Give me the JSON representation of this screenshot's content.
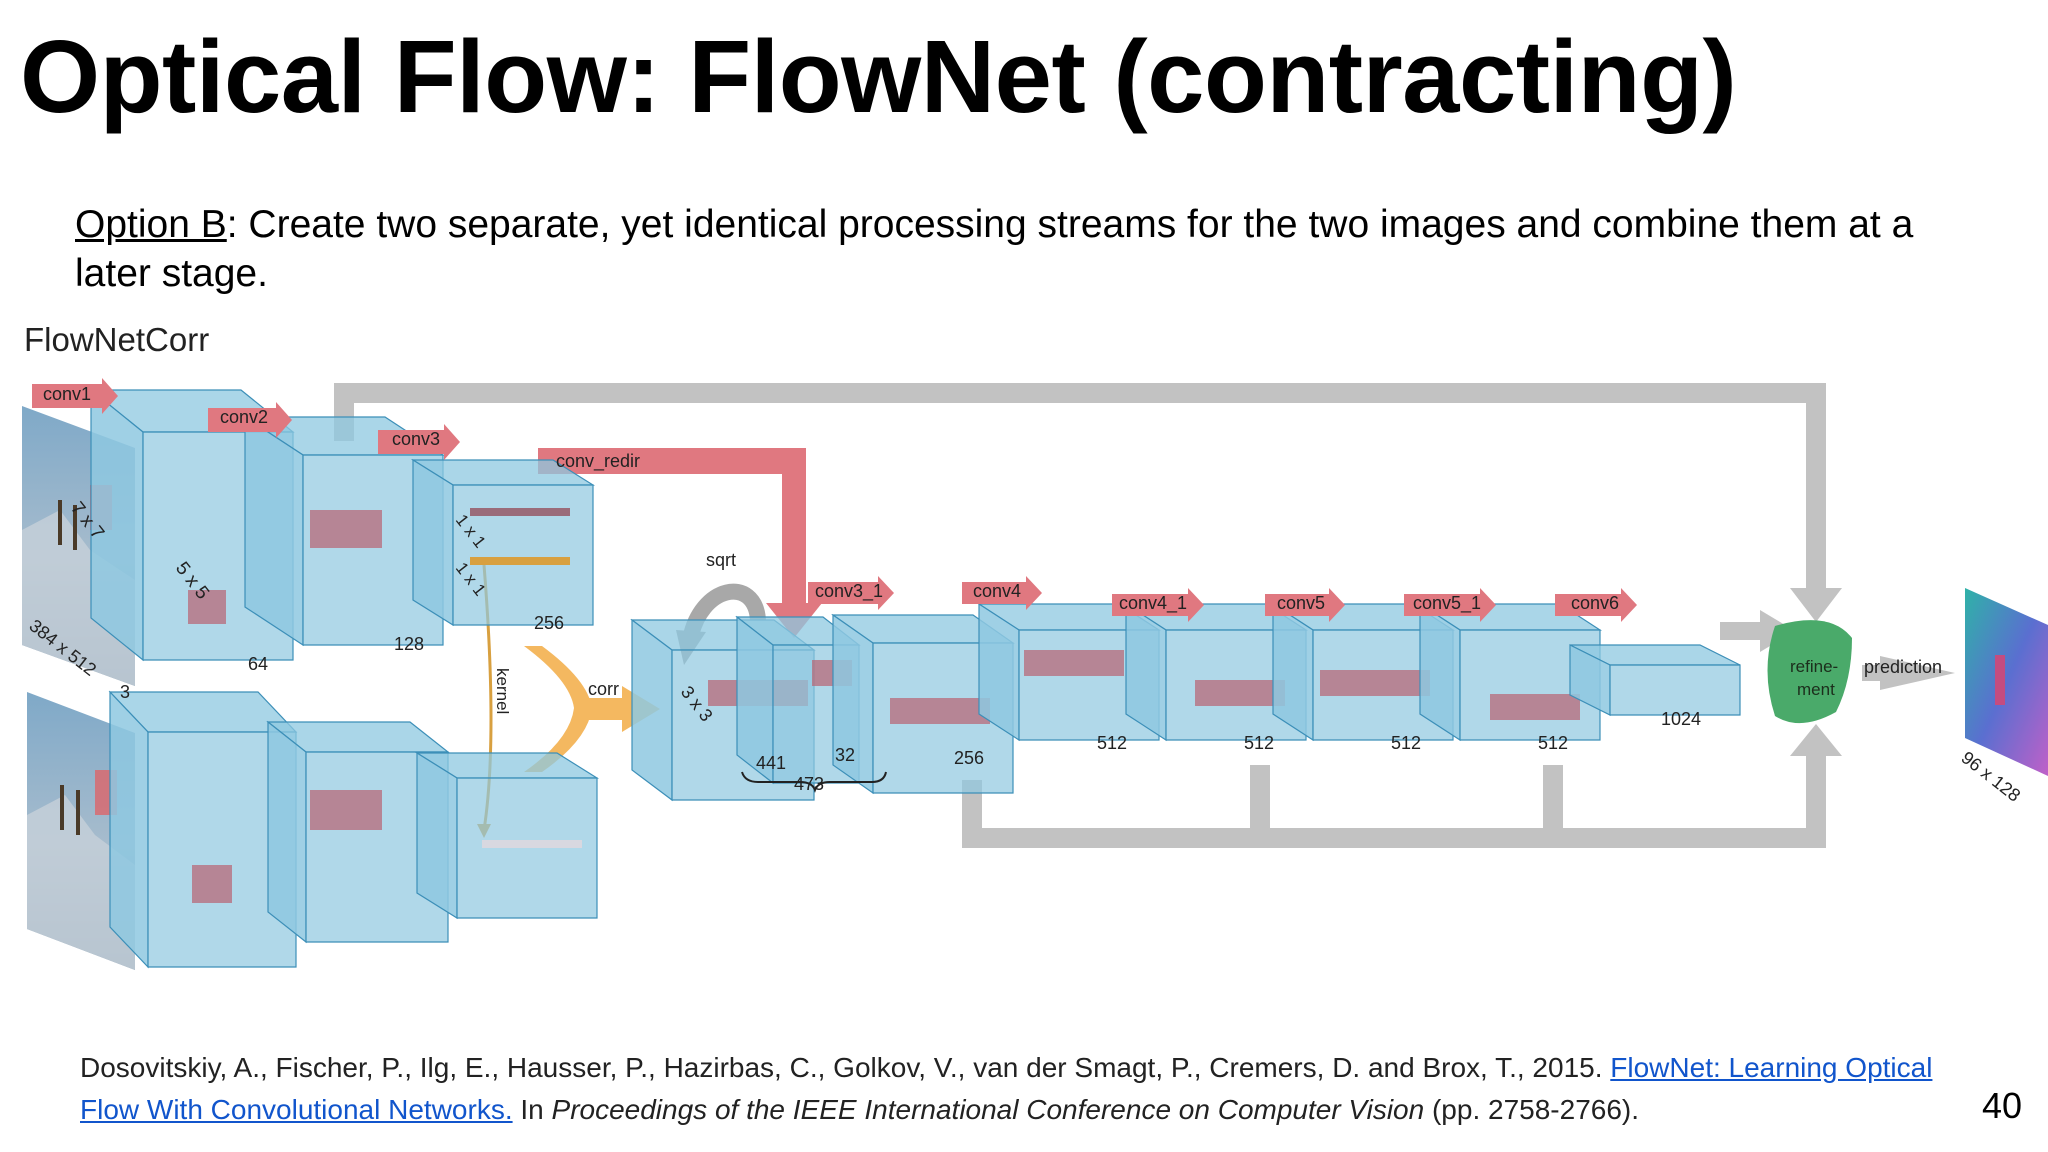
{
  "slide": {
    "title": "Optical Flow: FlowNet (contracting)",
    "subtitle_lead": "Option B",
    "subtitle_rest": ": Create two separate, yet identical processing streams for the two images and combine them at a later stage.",
    "page_number": "40"
  },
  "diagram": {
    "heading": "FlowNetCorr",
    "layer_labels": {
      "conv1": "conv1",
      "conv2": "conv2",
      "conv3": "conv3",
      "conv_redir": "conv_redir",
      "conv3_1": "conv3_1",
      "conv4": "conv4",
      "conv4_1": "conv4_1",
      "conv5": "conv5",
      "conv5_1": "conv5_1",
      "conv6": "conv6"
    },
    "op_labels": {
      "sqrt": "sqrt",
      "corr": "corr",
      "kernel": "kernel",
      "refinement_line1": "refine-",
      "refinement_line2": "ment",
      "prediction": "prediction"
    },
    "kernel_labels": {
      "k7": "7 x 7",
      "k5": "5 x 5",
      "k1a": "1 x 1",
      "k1b": "1 x 1",
      "k3": "3 x 3"
    },
    "dims": {
      "input": "384 x 512",
      "channels_in": "3",
      "d64": "64",
      "d128": "128",
      "d256a": "256",
      "d441": "441",
      "d32": "32",
      "d473": "473",
      "d256b": "256",
      "d512a": "512",
      "d512b": "512",
      "d512c": "512",
      "d512d": "512",
      "d1024": "1024",
      "output": "96 x 128"
    },
    "colors": {
      "block_fill": "#8ec8e0",
      "block_edge": "#3c8fb8",
      "conv_arrow": "#e07880",
      "skip_arrow": "#c2c2c2",
      "corr_arrow": "#f4b860",
      "refine": "#4aaa6a"
    }
  },
  "citation": {
    "authors": "Dosovitskiy, A., Fischer, P., Ilg, E., Hausser, P., Hazirbas, C., Golkov, V., van der Smagt, P., Cremers, D. and Brox, T., 2015.",
    "link_text": "FlowNet: Learning Optical Flow With Convolutional Networks.",
    "venue_prefix": "In",
    "venue": "Proceedings of the IEEE International Conference on Computer Vision",
    "pages": "(pp. 2758-2766)."
  }
}
